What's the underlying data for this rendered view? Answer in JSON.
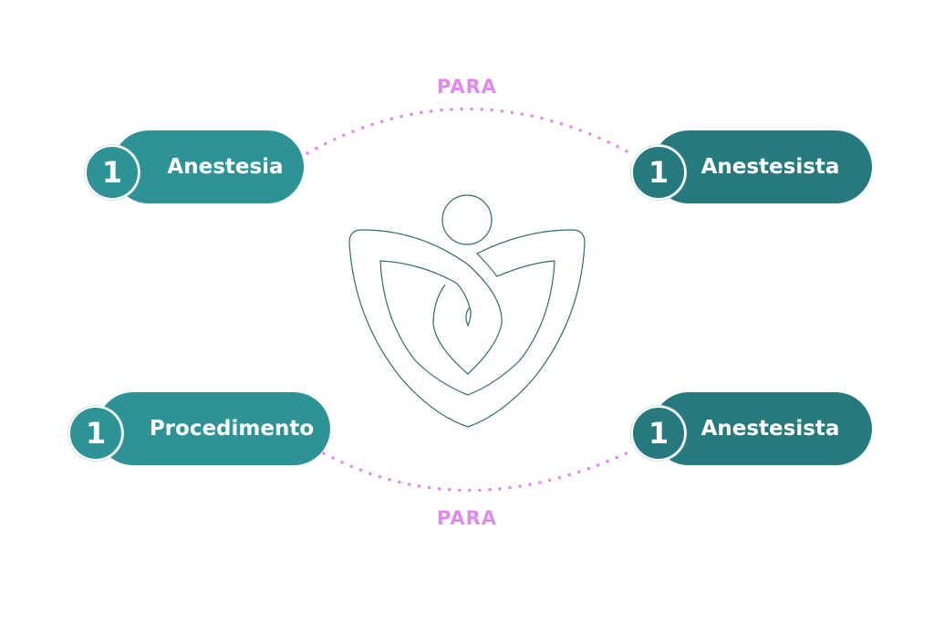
{
  "connector_label_top": "PARA",
  "connector_label_bottom": "PARA",
  "nodes": [
    {
      "number": "1",
      "label": "Anestesia"
    },
    {
      "number": "1",
      "label": "Anestesista"
    },
    {
      "number": "1",
      "label": "Procedimento"
    },
    {
      "number": "1",
      "label": "Anestesista"
    }
  ],
  "colors": {
    "pill_left": "#2e9396",
    "pill_right": "#267a7d",
    "connector": "#e08af0",
    "logo_stroke": "#2f6b6b"
  }
}
